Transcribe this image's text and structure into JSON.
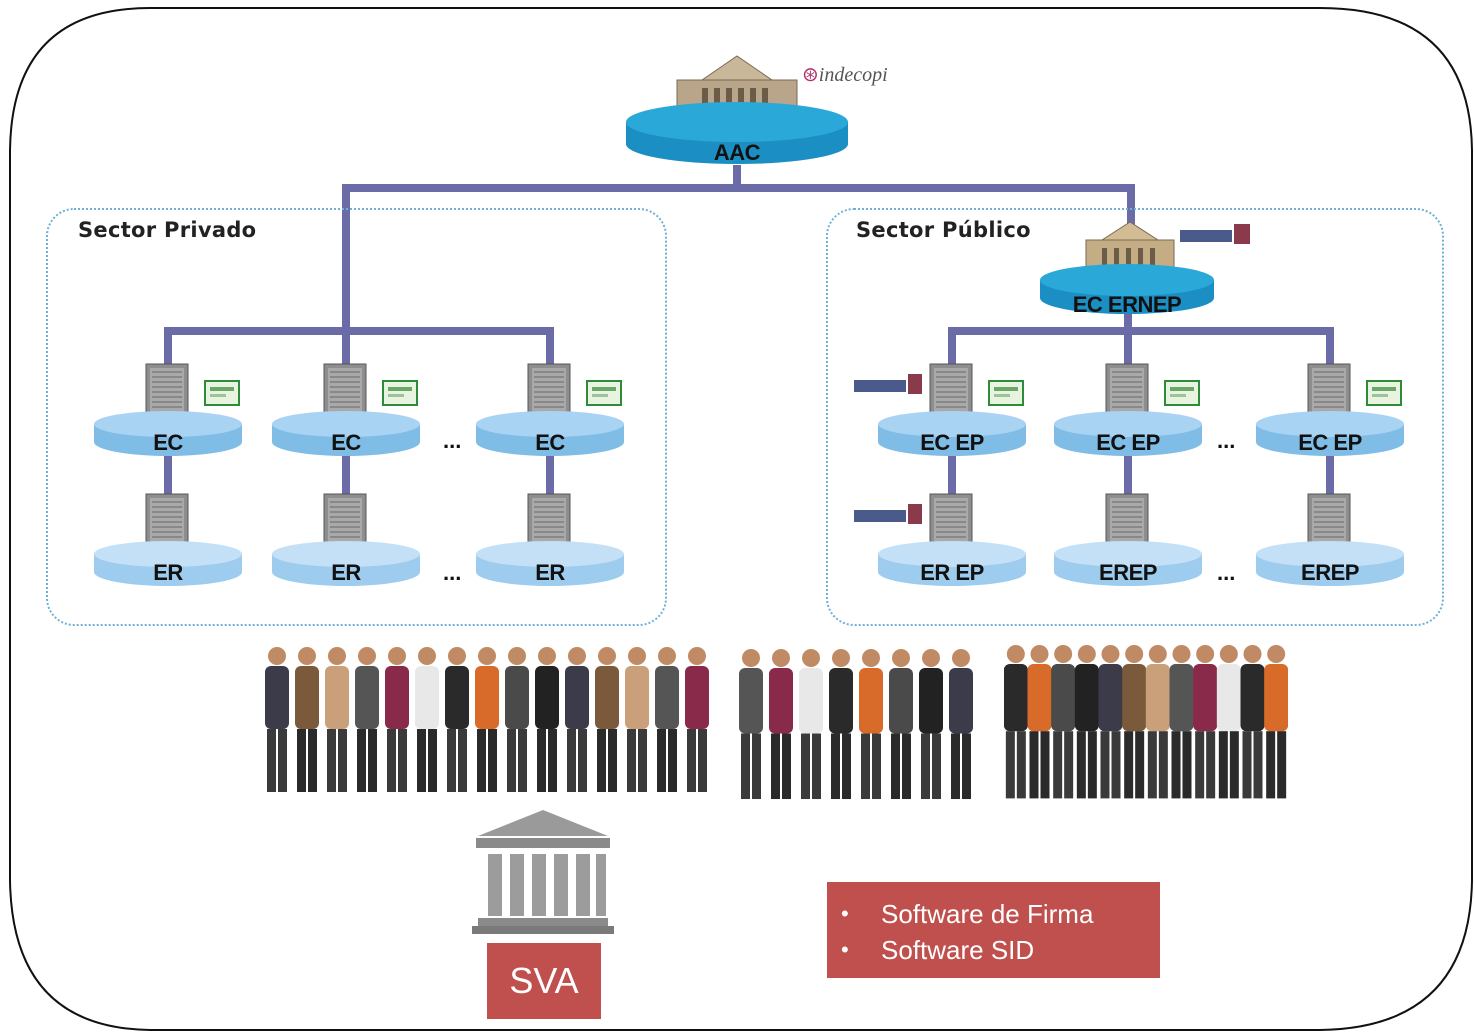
{
  "top": {
    "label": "AAC",
    "logo_text": "indecopi"
  },
  "private_sector": {
    "title": "Sector Privado",
    "ec_labels": [
      "EC",
      "EC",
      "EC"
    ],
    "er_labels": [
      "ER",
      "ER",
      "ER"
    ],
    "ellipsis": "..."
  },
  "public_sector": {
    "title": "Sector Público",
    "root_label": "EC ERNEP",
    "ec_labels": [
      "EC EP",
      "EC EP",
      "EC EP"
    ],
    "er_labels": [
      "ER EP",
      "EREP",
      "EREP"
    ],
    "ellipsis": "..."
  },
  "sva": {
    "label": "SVA"
  },
  "software": {
    "items": [
      "Software de Firma",
      "Software SID"
    ],
    "bullet": "•"
  },
  "colors": {
    "connector": "#6b6ba8",
    "disk_top": "#b9dcf5",
    "disk_side": "#7fbde6",
    "aac_disk": "#2aa9d8",
    "box_red": "#c0504d",
    "region_border": "#6fb0d6"
  }
}
